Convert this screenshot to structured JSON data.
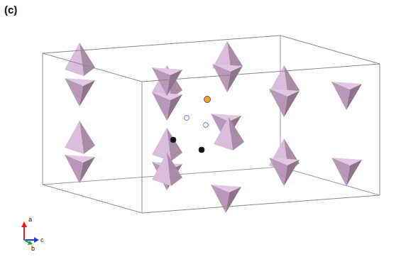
{
  "diagram": {
    "labels": [
      "(c)",
      "a",
      "c",
      "b"
    ]
  }
}
